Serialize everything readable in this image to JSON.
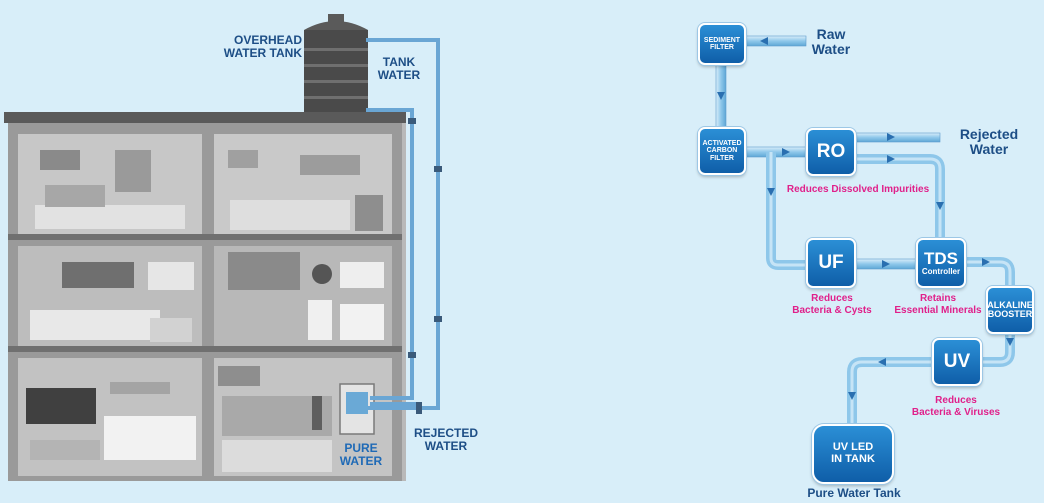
{
  "building": {
    "overhead_tank_label": "OVERHEAD\nWATER TANK",
    "tank_water_label": "TANK\nWATER",
    "rejected_water_label": "REJECTED\nWATER",
    "pure_water_label": "PURE\nWATER"
  },
  "flow": {
    "raw_water": "Raw\nWater",
    "rejected_water": "Rejected\nWater",
    "pure_water_tank": "Pure Water Tank",
    "stages": {
      "sediment": "SEDIMENT\nFILTER",
      "carbon": "ACTIVATED\nCARBON\nFILTER",
      "ro": "RO",
      "uf": "UF",
      "tds_title": "TDS",
      "tds_sub": "Controller",
      "alkaline": "ALKALINE\nBOOSTER",
      "uv": "UV",
      "uvled": "UV LED\nIN TANK"
    },
    "notes": {
      "ro": "Reduces Dissolved Impurities",
      "uf": "Reduces\nBacteria & Cysts",
      "tds": "Retains\nEssential Minerals",
      "uv": "Reduces\nBacteria & Viruses"
    }
  },
  "colors": {
    "background": "#d8eef9",
    "label_navy": "#1d4e86",
    "note_pink": "#e0208a",
    "box_blue": "#1572c0",
    "pipe_blue": "#8ec7ea"
  }
}
